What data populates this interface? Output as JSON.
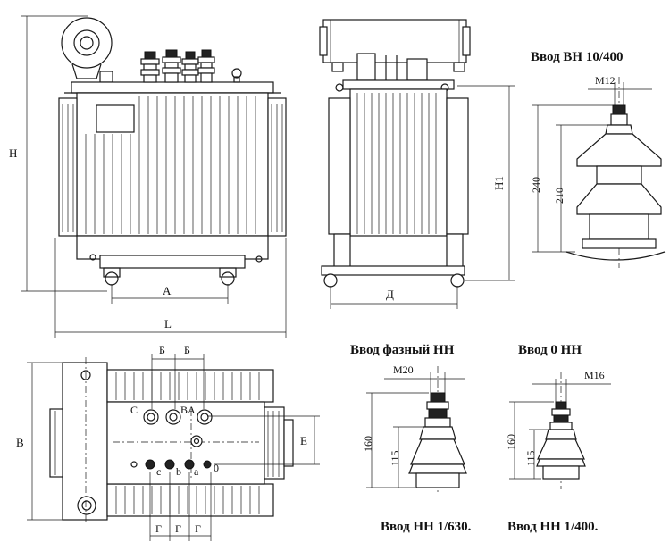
{
  "titles": {
    "hv_bushing": "Ввод ВН 10/400",
    "lv_phase": "Ввод фазный НН",
    "lv_zero": "Ввод 0 НН",
    "lv_1_630": "Ввод НН 1/630.",
    "lv_1_400": "Ввод НН 1/400."
  },
  "dims": {
    "H": "Н",
    "H1": "Н1",
    "A": "А",
    "L": "L",
    "D": "Д",
    "B": "В",
    "E": "Е",
    "Bsmall1": "Б",
    "Bsmall2": "Б",
    "G1": "Г",
    "G2": "Г",
    "G3": "Г"
  },
  "hv": {
    "thread": "М12",
    "h_total": "240",
    "h_body": "210"
  },
  "lv_phase": {
    "thread": "М20",
    "h_total": "160",
    "h_body": "115"
  },
  "lv_zero": {
    "thread": "М16",
    "h_total": "160",
    "h_body": "115"
  },
  "terminals_hv": [
    "С",
    "В",
    "А"
  ],
  "terminals_lv": [
    "c",
    "b",
    "a",
    "0"
  ]
}
